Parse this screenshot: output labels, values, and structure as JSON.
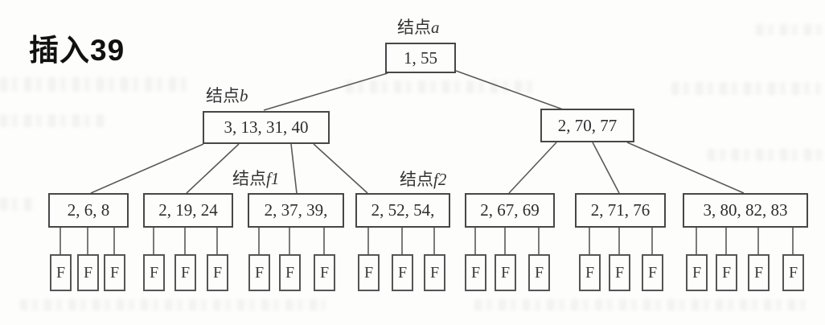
{
  "figure": {
    "heading": "插入39"
  },
  "tree": {
    "node_label_prefix": "结点",
    "root": {
      "label_var": "a",
      "keys": "1, 55"
    },
    "internal": [
      {
        "label_var": "b",
        "keys": "3, 13, 31, 40"
      },
      {
        "label_var": "",
        "keys": "2, 70, 77"
      }
    ],
    "leaves": [
      {
        "label_var": "",
        "keys": "2, 6, 8",
        "f_count": 3
      },
      {
        "label_var": "",
        "keys": "2, 19, 24",
        "f_count": 3
      },
      {
        "label_var": "f1",
        "keys": "2, 37, 39,",
        "f_count": 3
      },
      {
        "label_var": "f2",
        "keys": "2, 52, 54,",
        "f_count": 3
      },
      {
        "label_var": "",
        "keys": "2, 67, 69",
        "f_count": 3
      },
      {
        "label_var": "",
        "keys": "2, 71, 76",
        "f_count": 3
      },
      {
        "label_var": "",
        "keys": "3, 80, 82, 83",
        "f_count": 4
      }
    ],
    "leaf_pointer_label": "F"
  }
}
